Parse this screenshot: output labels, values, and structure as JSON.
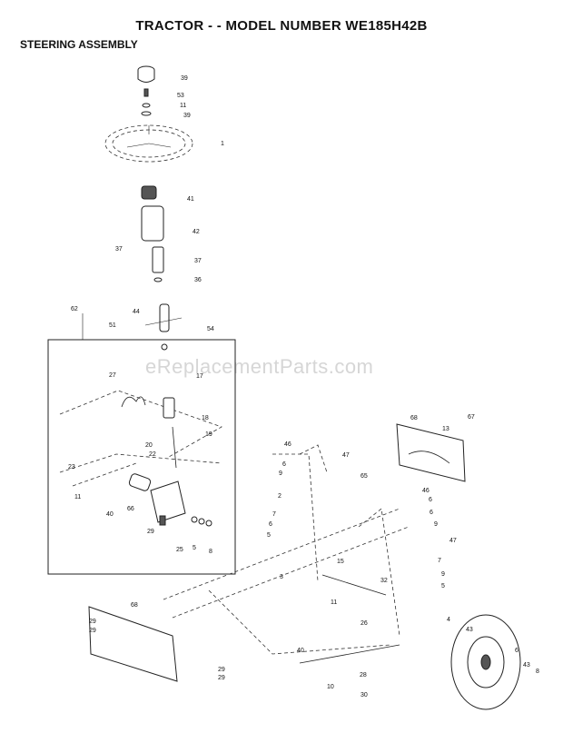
{
  "title": "TRACTOR - - MODEL NUMBER WE185H42B",
  "subtitle": "STEERING ASSEMBLY",
  "watermark": "eReplacementParts.com",
  "callouts": [
    "39",
    "53",
    "11",
    "39",
    "1",
    "41",
    "42",
    "37",
    "37",
    "36",
    "62",
    "44",
    "51",
    "54",
    "17",
    "27",
    "18",
    "19",
    "20",
    "22",
    "23",
    "11",
    "40",
    "66",
    "29",
    "25",
    "5",
    "8",
    "68",
    "13",
    "67",
    "46",
    "6",
    "9",
    "47",
    "2",
    "7",
    "6",
    "5",
    "65",
    "46",
    "6",
    "6",
    "9",
    "47",
    "7",
    "15",
    "9",
    "5",
    "3",
    "32",
    "11",
    "68",
    "29",
    "29",
    "26",
    "4",
    "43",
    "40",
    "28",
    "10",
    "30",
    "29",
    "29",
    "6",
    "43",
    "8"
  ]
}
